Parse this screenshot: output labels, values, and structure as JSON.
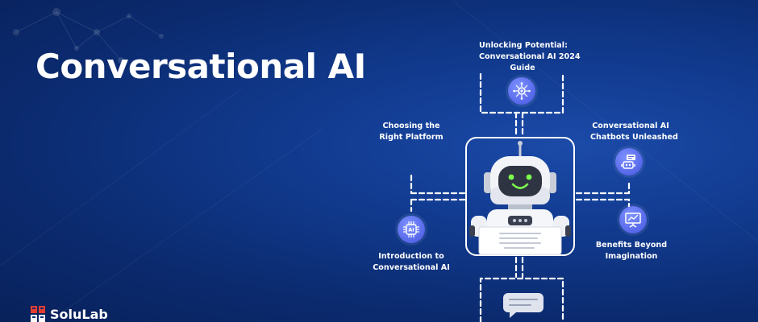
{
  "title": "Conversational AI",
  "labels": {
    "top": [
      "Unlocking Potential:",
      "Conversational AI 2024",
      "Guide"
    ],
    "left_top": [
      "Choosing the",
      "Right Platform"
    ],
    "left_bottom": [
      "Introduction to",
      "Conversational AI"
    ],
    "right_top": [
      "Conversational AI",
      "Chatbots Unleashed"
    ],
    "right_bottom": [
      "Benefits Beyond",
      "Imagination"
    ]
  },
  "ai_chip_text": "AI",
  "brand": {
    "name": "SoluLab",
    "logo_text": "SOLULAB"
  },
  "colors": {
    "background": "#0b2a6e",
    "accent": "#5566e8",
    "robot_eye": "#7cff4d",
    "logo_red": "#e43d30"
  },
  "icons": [
    "network-icon",
    "ai-chip-icon",
    "chatbot-icon",
    "presentation-icon",
    "chat-bubble-icon",
    "robot-icon"
  ]
}
